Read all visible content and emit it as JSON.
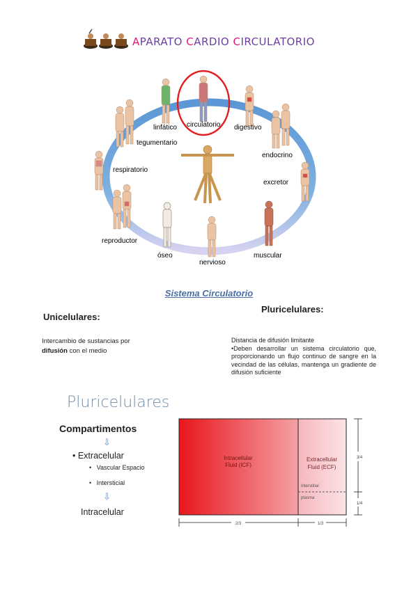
{
  "header": {
    "title_parts": [
      {
        "text": "A",
        "color": "#e2197a"
      },
      {
        "text": "PARATO ",
        "color": "#6b3fa0"
      },
      {
        "text": "C",
        "color": "#e2197a"
      },
      {
        "text": "ARDIO ",
        "color": "#6b3fa0"
      },
      {
        "text": "C",
        "color": "#e2197a"
      },
      {
        "text": "IRCULATORIO",
        "color": "#6b3fa0"
      }
    ]
  },
  "systems_diagram": {
    "labels": {
      "linfatico": "linfático",
      "circulatorio": "circulatorio",
      "digestivo": "digestivo",
      "tegumentario": "tegumentario",
      "endocrino": "endocrino",
      "respiratorio": "respiratorio",
      "excretor": "excretor",
      "reproductor": "reproductor",
      "oseo": "óseo",
      "nervioso": "nervioso",
      "muscular": "muscular"
    },
    "highlight_color": "#e02020",
    "ring_color": "#6aa3d8"
  },
  "section_title": "Sistema Circulatorio",
  "unicelulares": {
    "heading": "Unicelulares:",
    "text_1": "Intercambio de sustancias por",
    "text_bold": "difusión",
    "text_2": " con el medio"
  },
  "pluricelulares": {
    "heading": "Pluricelulares:",
    "line_1": "Distancia de difusión limitante",
    "paragraph": "•Deben desarrollar un sistema circulatorio que, proporcionando un flujo continuo de sangre en la vecindad de las células, mantenga un gradiente de difusión suficiente"
  },
  "lower": {
    "title": "Pluricelulares",
    "compartimentos": "Compartimentos",
    "extracelular": "• Extracelular",
    "vascular": "Vascular Espacio",
    "intersticial": "Intersticial",
    "intracelular": "Intracelular",
    "arrow_glyph": "⇩",
    "bullet": "•"
  },
  "fluid_diagram": {
    "icf_label_1": "Intracellular",
    "icf_label_2": "Fluid (ICF)",
    "ecf_label_1": "Extracellular",
    "ecf_label_2": "Fluid (ECF)",
    "interstitial": "Interstitial",
    "plasma": "plasma",
    "frac_icf": "2/3",
    "frac_ecf": "1/3",
    "frac_top": "3/4",
    "frac_bottom": "1/4",
    "icf_color": "#e8161b",
    "ecf_color": "#f6b7bd"
  }
}
